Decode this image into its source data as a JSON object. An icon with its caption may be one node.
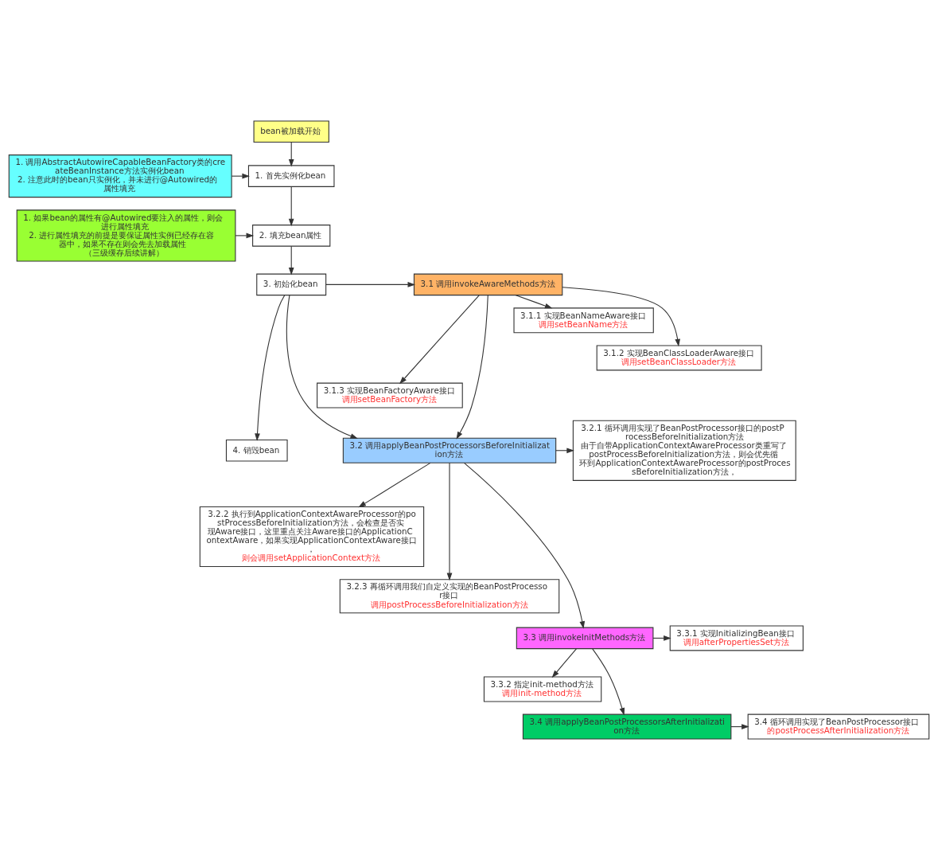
{
  "diagram": {
    "nodes": [
      {
        "text": [
          "bean被加载开始"
        ]
      },
      {
        "text": [
          "1. 首先实例化bean"
        ]
      },
      {
        "text": [
          "1. 调用AbstractAutowireCapableBeanFactory类的createBeanInstance方法实例化bean",
          "2. 注意此时的bean只实例化，并未进行@Autowired的属性填充"
        ]
      },
      {
        "text": [
          "2. 填充bean属性"
        ]
      },
      {
        "text": [
          "1. 如果bean的属性有@Autowired要注入的属性，则会进行属性填充",
          "2. 进行属性填充的前提是要保证属性实例已经存在容器中，如果不存在则会先去加载属性",
          "（三级缓存后续讲解）"
        ]
      },
      {
        "text": [
          "3. 初始化bean"
        ]
      },
      {
        "text": [
          "3.1 调用invokeAwareMethods方法"
        ]
      },
      {
        "text": [
          "3.1.1 实现BeanNameAware接口",
          "调用setBeanName方法"
        ]
      },
      {
        "text": [
          "3.1.2 实现BeanClassLoaderAware接口",
          "调用setBeanClassLoader方法"
        ]
      },
      {
        "text": [
          "3.1.3 实现BeanFactoryAware接口",
          "调用setBeanFactory方法"
        ]
      },
      {
        "text": [
          "3.2 调用applyBeanPostProcessorsBeforeInitialization方法"
        ]
      },
      {
        "text": [
          "3.2.1 循环调用实现了BeanPostProcessor接口的postProcessBeforeInitialization方法",
          "由于自带ApplicationContextAwareProcessor类重写了postProcessBeforeInitialization方法，则会优先循环到ApplicationContextAwareProcessor的postProcessBeforeInitialization方法，"
        ]
      },
      {
        "text": [
          "3.2.2 执行到ApplicationContextAwareProcessor的postProcessBeforeInitialization方法，会检查是否实现Aware接口，这里重点关注Aware接口的ApplicationContextAware，如果实现ApplicationContextAware接口，",
          "则会调用setApplicationContext方法"
        ]
      },
      {
        "text": [
          "3.2.3 再循环调用我们自定义实现的BeanPostProcessor接口",
          "调用postProcessBeforeInitialization方法"
        ]
      },
      {
        "text": [
          "3.3 调用invokeInitMethods方法"
        ]
      },
      {
        "text": [
          "3.3.1 实现InitializingBean接口",
          "调用afterPropertiesSet方法"
        ]
      },
      {
        "text": [
          "3.3.2 指定init-method方法",
          "调用init-method方法"
        ]
      },
      {
        "text": [
          "3.4 调用applyBeanPostProcessorsAfterInitialization方法"
        ]
      },
      {
        "text": [
          "3.4 循环调用实现了BeanPostProcessor接口",
          "的postProcessAfterInitialization方法"
        ]
      },
      {
        "text": [
          "4. 销毁bean"
        ]
      }
    ],
    "edges": [
      {
        "from": 0,
        "to": 1,
        "arrow": "to"
      },
      {
        "from": 2,
        "to": 1,
        "arrow": "to"
      },
      {
        "from": 1,
        "to": 3,
        "arrow": "to"
      },
      {
        "from": 4,
        "to": 3,
        "arrow": "to"
      },
      {
        "from": 3,
        "to": 5,
        "arrow": "to"
      },
      {
        "from": 5,
        "to": 6,
        "arrow": "to"
      },
      {
        "from": 5,
        "to": 10,
        "arrow": "to"
      },
      {
        "from": 5,
        "to": 19,
        "arrow": "to"
      },
      {
        "from": 6,
        "to": 7,
        "arrow": "to"
      },
      {
        "from": 6,
        "to": 8,
        "arrow": "to"
      },
      {
        "from": 6,
        "to": 9,
        "arrow": "to"
      },
      {
        "from": 6,
        "to": 10,
        "arrow": "to"
      },
      {
        "from": 10,
        "to": 11,
        "arrow": "to"
      },
      {
        "from": 10,
        "to": 12,
        "arrow": "to"
      },
      {
        "from": 10,
        "to": 13,
        "arrow": "to"
      },
      {
        "from": 10,
        "to": 14,
        "arrow": "to"
      },
      {
        "from": 14,
        "to": 15,
        "arrow": "to"
      },
      {
        "from": 14,
        "to": 16,
        "arrow": "to"
      },
      {
        "from": 14,
        "to": 17,
        "arrow": "to"
      },
      {
        "from": 17,
        "to": 18,
        "arrow": "to"
      }
    ]
  }
}
